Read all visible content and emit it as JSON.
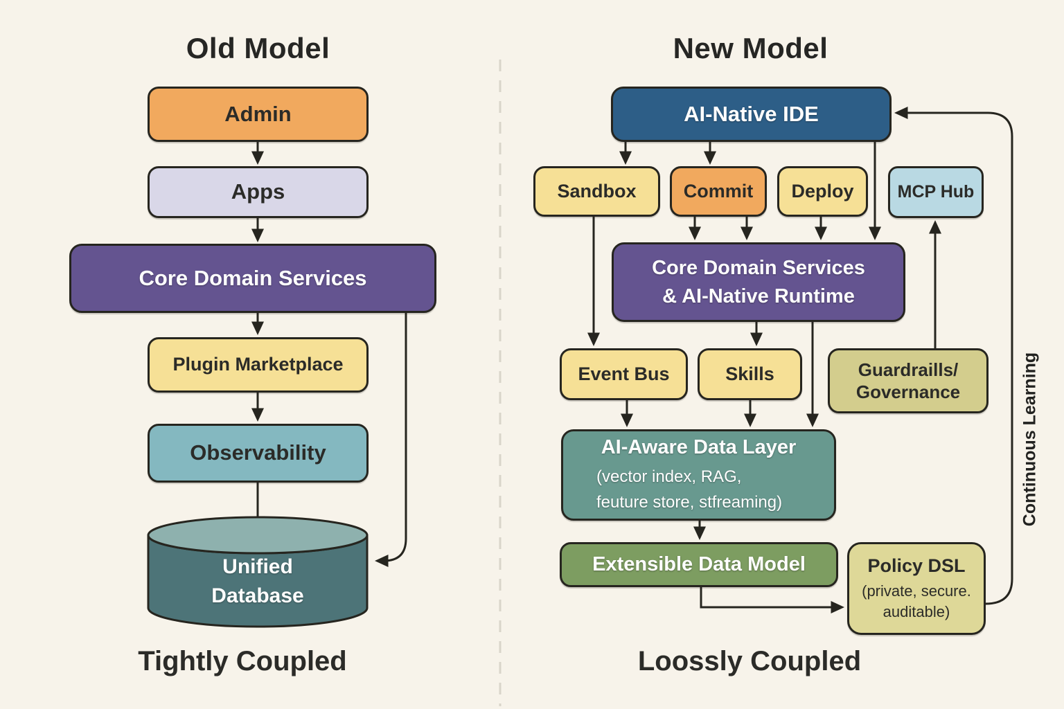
{
  "colors": {
    "bg": "#f7f3ea",
    "ink": "#26251f",
    "text_dark": "#2b2b28",
    "text_light": "#ffffff",
    "orange": "#f1a95e",
    "lavender": "#d9d7e8",
    "purple": "#645490",
    "yellow": "#f6e096",
    "teal": "#84b8c0",
    "db_body": "#4d7478",
    "db_top": "#8eb1ae",
    "blue": "#2d5e87",
    "light_blue": "#b9d9e3",
    "olive": "#d3cd8d",
    "data_teal": "#68998f",
    "green": "#7d9d61",
    "tan": "#ded898",
    "divider": "#d9d5ca"
  },
  "left": {
    "title": "Old Model",
    "caption": "Tightly Coupled",
    "admin": "Admin",
    "apps": "Apps",
    "core": "Core Domain Services",
    "plugin": "Plugin Marketplace",
    "observability": "Observability",
    "database_line1": "Unified",
    "database_line2": "Database"
  },
  "right": {
    "title": "New Model",
    "caption": "Loossly Coupled",
    "ide": "AI-Native IDE",
    "sandbox": "Sandbox",
    "commit": "Commit",
    "deploy": "Deploy",
    "mcp_hub": "MCP Hub",
    "runtime_line1": "Core Domain Services",
    "runtime_line2": "& AI-Native Runtime",
    "event_bus": "Event Bus",
    "skills": "Skills",
    "guardrails_line1": "Guardraills/",
    "guardrails_line2": "Governance",
    "data_layer_title": "AI-Aware Data Layer",
    "data_layer_sub1": "(vector index, RAG,",
    "data_layer_sub2": "feuture store, stfreaming)",
    "extensible": "Extensible Data Model",
    "policy_title": "Policy DSL",
    "policy_sub1": "(private, secure.",
    "policy_sub2": "auditable)",
    "loop_label": "Continuous Learning"
  }
}
